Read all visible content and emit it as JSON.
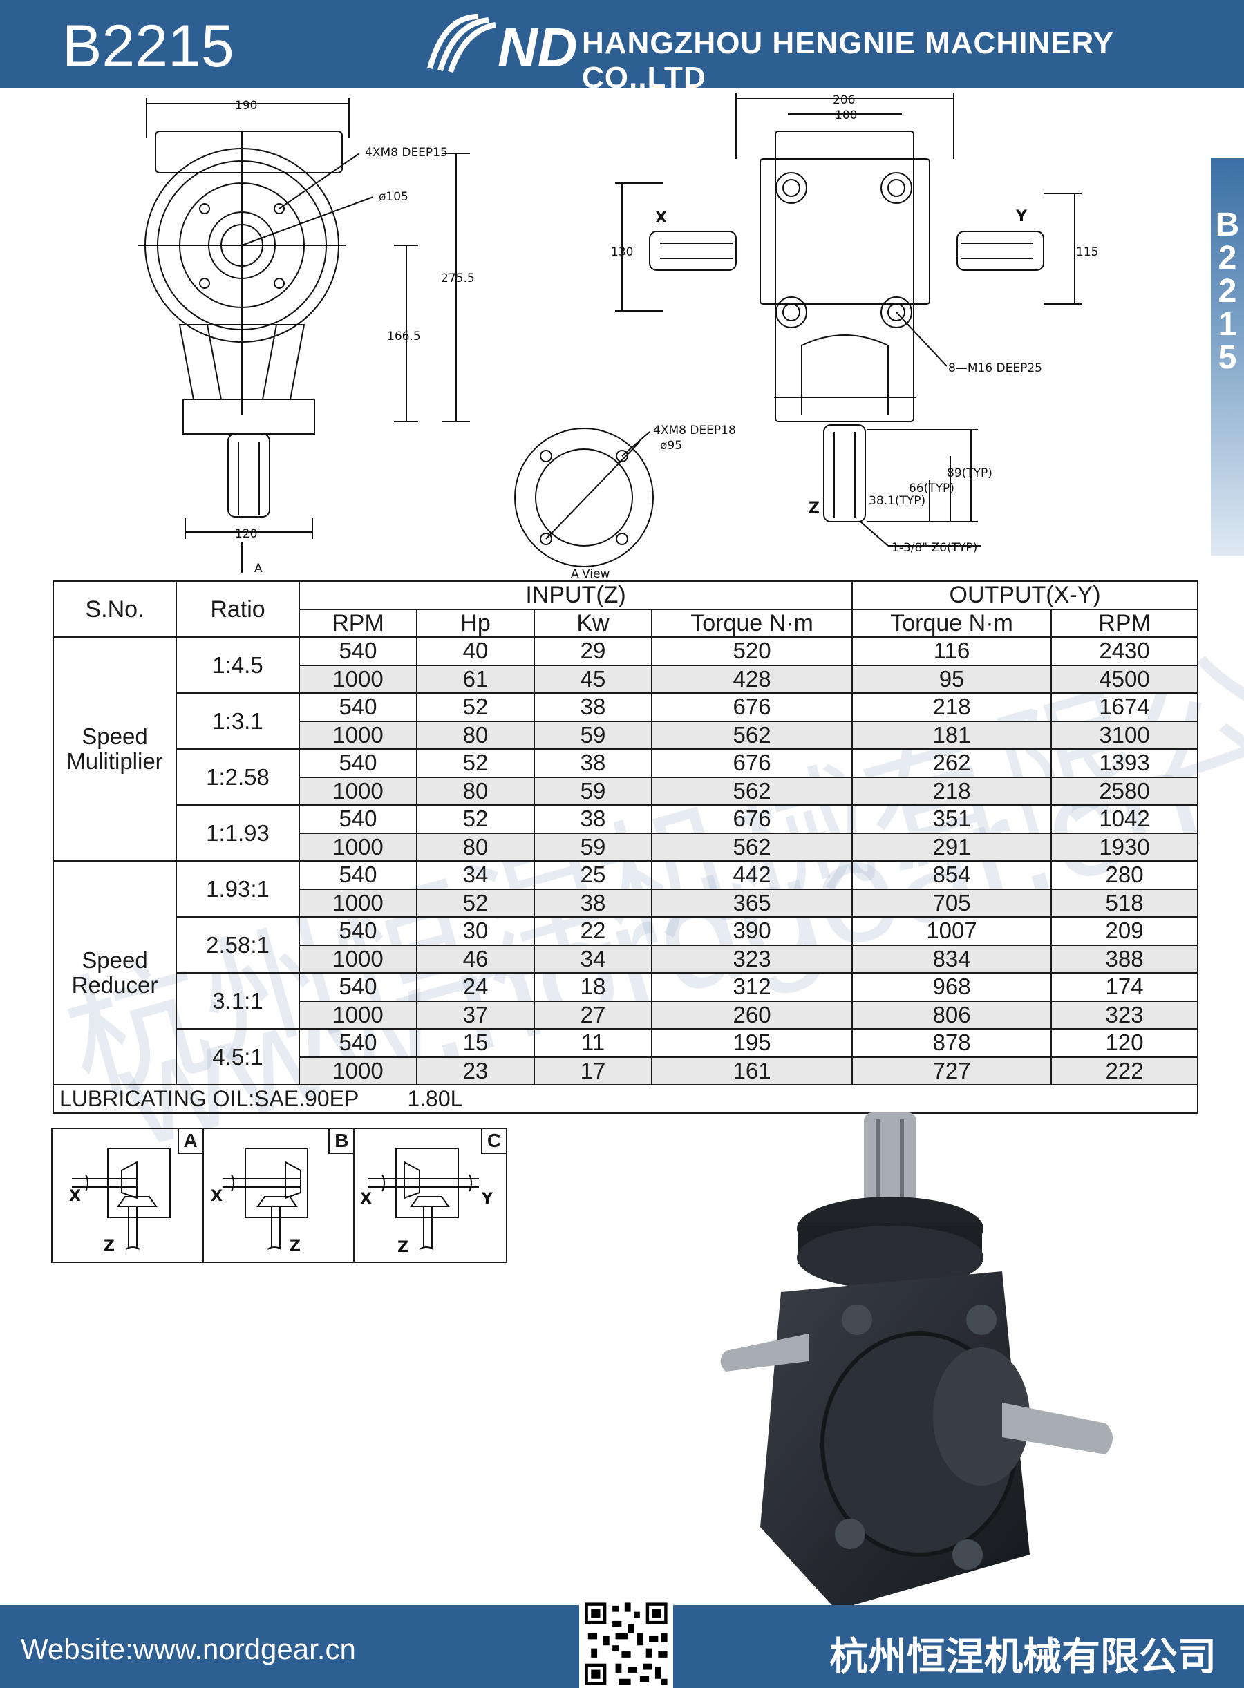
{
  "header": {
    "model": "B2215",
    "logo_text": "ND",
    "company": "HANGZHOU HENGNIE MACHINERY CO.,LTD"
  },
  "side_tab": {
    "text": "B2215"
  },
  "drawing": {
    "front": {
      "dim_top": "190",
      "callout_holes": "4XM8  DEEP15",
      "callout_dia": "ø105",
      "dim_height": "275.5",
      "dim_shaft": "166.5",
      "dim_base": "120",
      "view_label": "A"
    },
    "side": {
      "dim_total": "206",
      "dim_inner": "100",
      "dim_left": "130",
      "dim_right": "115",
      "label_x": "X",
      "label_y": "Y",
      "label_z": "Z",
      "callout_bolts": "8—M16  DEEP25",
      "dim_89": "89(TYP)",
      "dim_66": "66(TYP)",
      "dim_38": "38.1(TYP)",
      "shaft_spec": "1-3/8\" Z6(TYP)"
    },
    "a_view": {
      "callout_holes": "4XM8  DEEP18",
      "callout_dia": "ø95",
      "label": "A",
      "label_suffix": "View"
    }
  },
  "table": {
    "headers": {
      "sno": "S.No.",
      "ratio": "Ratio",
      "input": "INPUT(Z)",
      "output": "OUTPUT(X-Y)",
      "rpm": "RPM",
      "hp": "Hp",
      "kw": "Kw",
      "torque_in": "Torque N·m",
      "torque_out": "Torque N·m",
      "rpm_out": "RPM"
    },
    "groups": [
      {
        "name": "Speed Mulitiplier"
      },
      {
        "name": "Speed Reducer"
      }
    ],
    "ratios": [
      {
        "ratio": "1:4.5",
        "rows": [
          {
            "rpm": "540",
            "hp": "40",
            "kw": "29",
            "tin": "520",
            "tout": "116",
            "rpmout": "2430"
          },
          {
            "rpm": "1000",
            "hp": "61",
            "kw": "45",
            "tin": "428",
            "tout": "95",
            "rpmout": "4500"
          }
        ]
      },
      {
        "ratio": "1:3.1",
        "rows": [
          {
            "rpm": "540",
            "hp": "52",
            "kw": "38",
            "tin": "676",
            "tout": "218",
            "rpmout": "1674"
          },
          {
            "rpm": "1000",
            "hp": "80",
            "kw": "59",
            "tin": "562",
            "tout": "181",
            "rpmout": "3100"
          }
        ]
      },
      {
        "ratio": "1:2.58",
        "rows": [
          {
            "rpm": "540",
            "hp": "52",
            "kw": "38",
            "tin": "676",
            "tout": "262",
            "rpmout": "1393"
          },
          {
            "rpm": "1000",
            "hp": "80",
            "kw": "59",
            "tin": "562",
            "tout": "218",
            "rpmout": "2580"
          }
        ]
      },
      {
        "ratio": "1:1.93",
        "rows": [
          {
            "rpm": "540",
            "hp": "52",
            "kw": "38",
            "tin": "676",
            "tout": "351",
            "rpmout": "1042"
          },
          {
            "rpm": "1000",
            "hp": "80",
            "kw": "59",
            "tin": "562",
            "tout": "291",
            "rpmout": "1930"
          }
        ]
      },
      {
        "ratio": "1.93:1",
        "rows": [
          {
            "rpm": "540",
            "hp": "34",
            "kw": "25",
            "tin": "442",
            "tout": "854",
            "rpmout": "280"
          },
          {
            "rpm": "1000",
            "hp": "52",
            "kw": "38",
            "tin": "365",
            "tout": "705",
            "rpmout": "518"
          }
        ]
      },
      {
        "ratio": "2.58:1",
        "rows": [
          {
            "rpm": "540",
            "hp": "30",
            "kw": "22",
            "tin": "390",
            "tout": "1007",
            "rpmout": "209"
          },
          {
            "rpm": "1000",
            "hp": "46",
            "kw": "34",
            "tin": "323",
            "tout": "834",
            "rpmout": "388"
          }
        ]
      },
      {
        "ratio": "3.1:1",
        "rows": [
          {
            "rpm": "540",
            "hp": "24",
            "kw": "18",
            "tin": "312",
            "tout": "968",
            "rpmout": "174"
          },
          {
            "rpm": "1000",
            "hp": "37",
            "kw": "27",
            "tin": "260",
            "tout": "806",
            "rpmout": "323"
          }
        ]
      },
      {
        "ratio": "4.5:1",
        "rows": [
          {
            "rpm": "540",
            "hp": "15",
            "kw": "11",
            "tin": "195",
            "tout": "878",
            "rpmout": "120"
          },
          {
            "rpm": "1000",
            "hp": "23",
            "kw": "17",
            "tin": "161",
            "tout": "727",
            "rpmout": "222"
          }
        ]
      }
    ],
    "lubrication": "LUBRICATING OIL:SAE.90EP",
    "lubrication_volume": "1.80L"
  },
  "layouts": [
    {
      "tag": "A",
      "x": "X",
      "y": "",
      "z": "Z"
    },
    {
      "tag": "B",
      "x": "X",
      "y": "",
      "z": "Z"
    },
    {
      "tag": "C",
      "x": "X",
      "y": "Y",
      "z": "Z"
    }
  ],
  "watermark": {
    "cn": "杭州恒涅机械有限公司",
    "url": "www.nordgear.cn"
  },
  "footer": {
    "website": "Website:www.nordgear.cn",
    "cn_name": "杭州恒涅机械有限公司"
  }
}
